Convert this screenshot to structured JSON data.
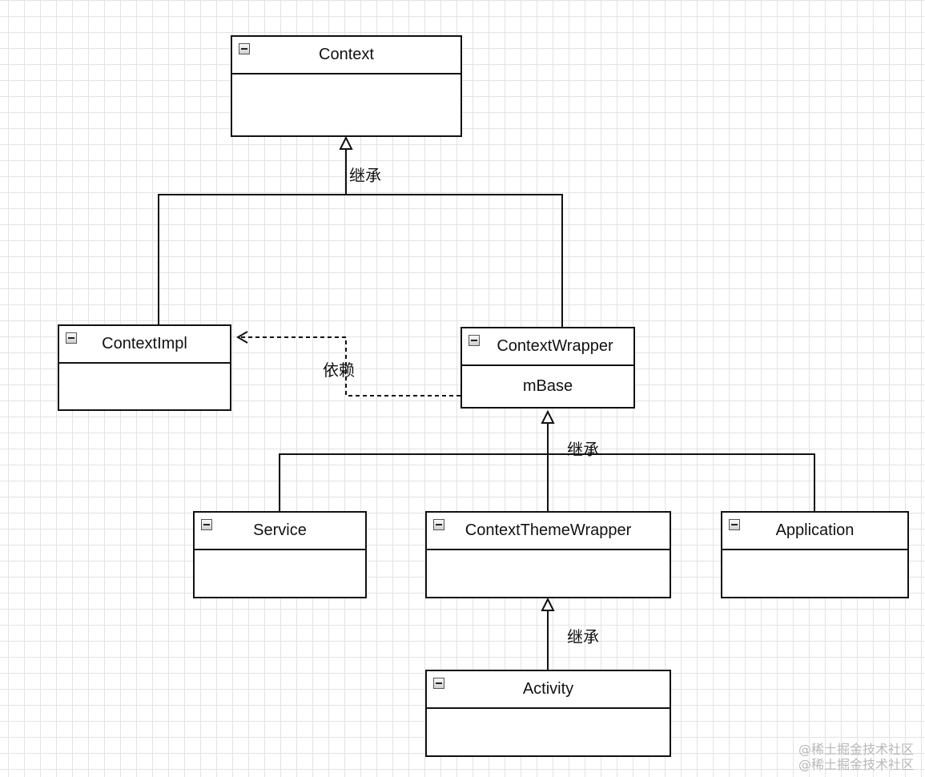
{
  "classes": {
    "context": {
      "name": "Context"
    },
    "context_impl": {
      "name": "ContextImpl"
    },
    "context_wrapper": {
      "name": "ContextWrapper",
      "field": "mBase"
    },
    "service": {
      "name": "Service"
    },
    "context_theme_wrapper": {
      "name": "ContextThemeWrapper"
    },
    "application": {
      "name": "Application"
    },
    "activity": {
      "name": "Activity"
    }
  },
  "edges": {
    "inherit_label_top": "继承",
    "depend_label": "依赖",
    "inherit_label_mid": "继承",
    "inherit_label_bottom": "继承"
  },
  "watermark": {
    "line1": "@稀土掘金技术社区",
    "line2": "@稀土掘金技术社区"
  }
}
